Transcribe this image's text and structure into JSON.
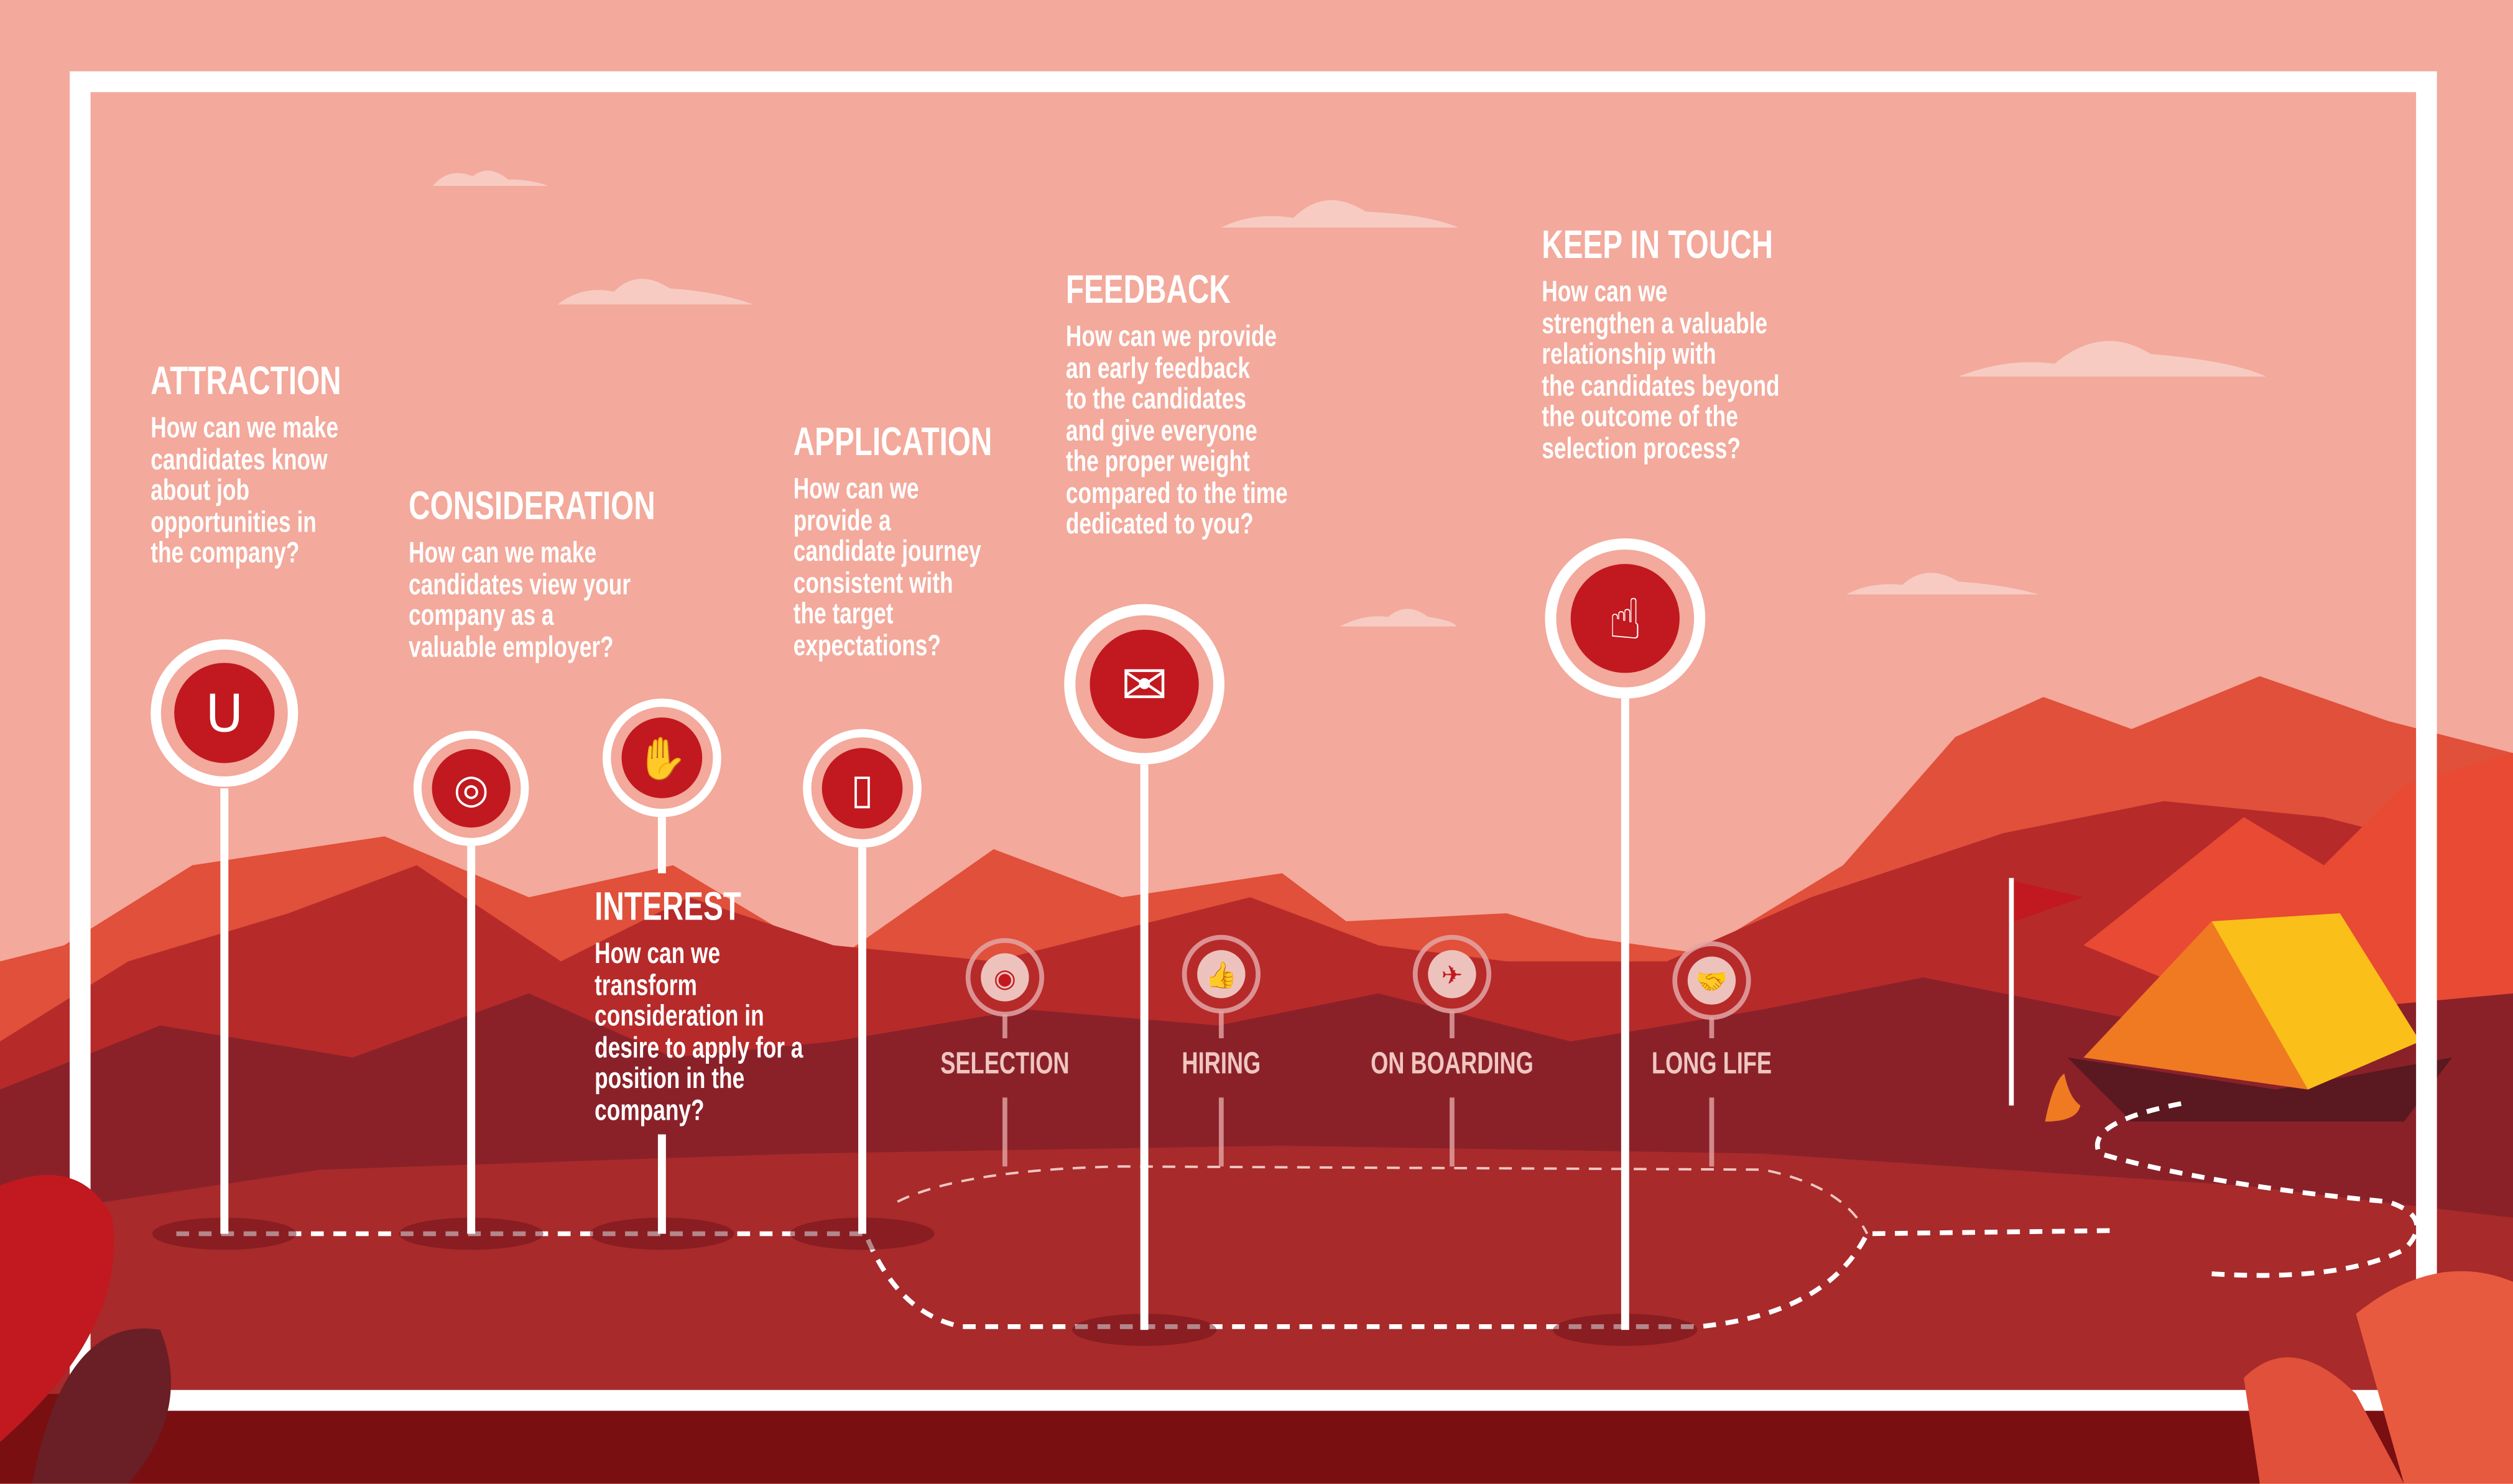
{
  "stages": [
    {
      "title": "ATTRACTION",
      "lines": [
        "How can we make",
        "candidates know",
        "about job",
        "opportunities in",
        "the company?"
      ],
      "icon": "magnet-icon"
    },
    {
      "title": "CONSIDERATION",
      "lines": [
        "How can we make",
        "candidates view your",
        "company as a",
        "valuable employer?"
      ],
      "icon": "target-icon"
    },
    {
      "title": "INTEREST",
      "lines": [
        "How can we",
        "transform",
        "consideration in",
        "desire to apply for a",
        "position in the",
        "company?"
      ],
      "icon": "ok-hand-icon"
    },
    {
      "title": "APPLICATION",
      "lines": [
        "How can we",
        "provide a",
        "candidate journey",
        "consistent with",
        "the target",
        "expectations?"
      ],
      "icon": "phone-touch-icon"
    },
    {
      "title": "FEEDBACK",
      "lines": [
        "How can we provide",
        "an early feedback",
        "to the candidates",
        "and give everyone",
        "the proper weight",
        "compared to the time",
        "dedicated to you?"
      ],
      "icon": "email-icon"
    },
    {
      "title": "KEEP IN TOUCH",
      "lines": [
        "How can we",
        "strengthen a valuable",
        "relationship with",
        "the candidates beyond",
        "the outcome of the",
        "selection process?"
      ],
      "icon": "hand-pointer-icon"
    }
  ],
  "milestones": [
    {
      "label": "SELECTION",
      "icon": "selection-icon"
    },
    {
      "label": "HIRING",
      "icon": "thumbs-up-icon"
    },
    {
      "label": "ON BOARDING",
      "icon": "airplane-icon"
    },
    {
      "label": "LONG LIFE",
      "icon": "handshake-icon"
    }
  ],
  "colors": {
    "sky": "#f3a99b",
    "pin": "#c1191f",
    "frame": "#ffffff",
    "tent": "#fbbf1a"
  }
}
